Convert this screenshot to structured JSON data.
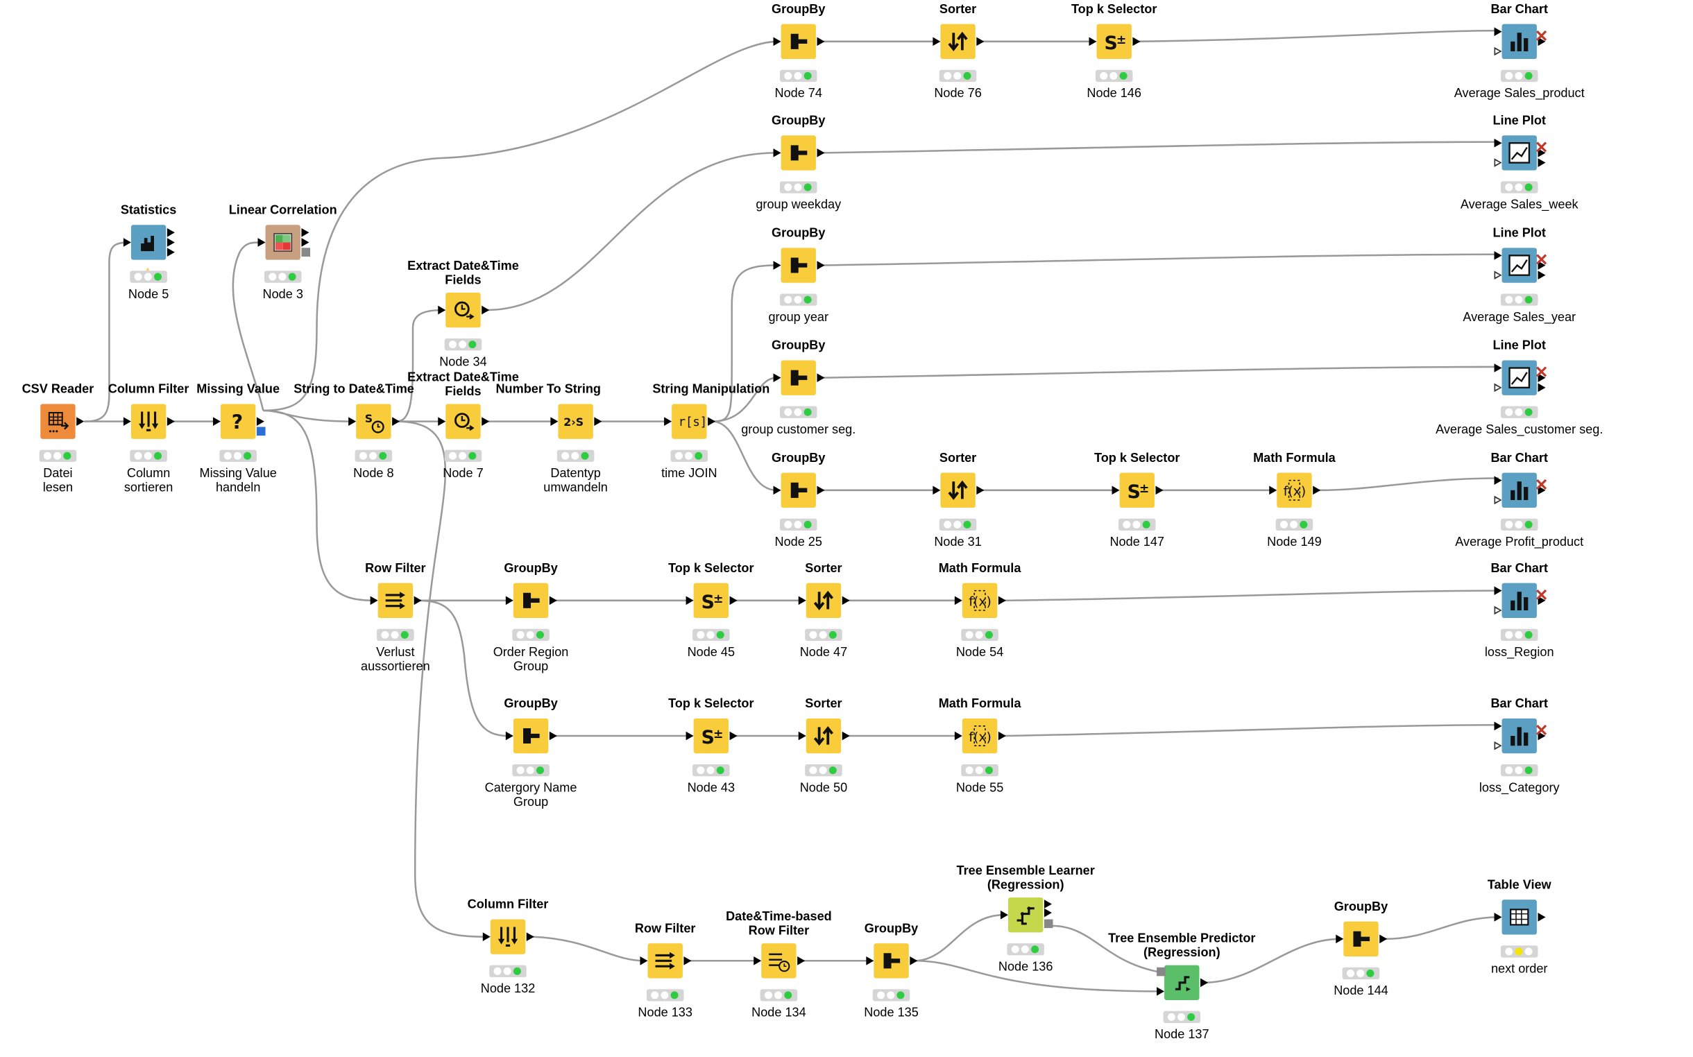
{
  "workflow": {
    "nodes": [
      {
        "title": "CSV Reader",
        "label": "Datei\nlesen",
        "icon": "csv-reader-icon",
        "color": "#ee8b3a"
      },
      {
        "title": "Statistics",
        "label": "Node 5",
        "icon": "statistics-icon",
        "color": "#5b9fc2",
        "warning": true
      },
      {
        "title": "Linear Correlation",
        "label": "Node 3",
        "icon": "correlation-icon",
        "color": "#c8a07f"
      },
      {
        "title": "Column Filter",
        "label": "Column\nsortieren",
        "icon": "column-filter-icon",
        "color": "#f8cc3a"
      },
      {
        "title": "Missing Value",
        "label": "Missing Value\nhandeln",
        "icon": "missing-value-icon",
        "color": "#f8cc3a"
      },
      {
        "title": "String to Date&Time",
        "label": "Node 8",
        "icon": "string-to-datetime-icon",
        "color": "#f8cc3a"
      },
      {
        "title": "Extract Date&Time\nFields",
        "label": "Node 34",
        "icon": "extract-datetime-icon",
        "color": "#f8cc3a"
      },
      {
        "title": "Extract Date&Time\nFields",
        "label": "Node 7",
        "icon": "extract-datetime-icon",
        "color": "#f8cc3a"
      },
      {
        "title": "Number To String",
        "label": "Datentyp\numwandeln",
        "icon": "number-to-string-icon",
        "color": "#f8cc3a"
      },
      {
        "title": "String Manipulation",
        "label": "time JOIN",
        "icon": "string-manipulation-icon",
        "color": "#f8cc3a"
      },
      {
        "title": "GroupBy",
        "label": "Node 74",
        "icon": "groupby-icon",
        "color": "#f8cc3a"
      },
      {
        "title": "Sorter",
        "label": "Node 76",
        "icon": "sorter-icon",
        "color": "#f8cc3a"
      },
      {
        "title": "Top k Selector",
        "label": "Node 146",
        "icon": "top-k-selector-icon",
        "color": "#f8cc3a"
      },
      {
        "title": "Bar Chart",
        "label": "Average Sales_product",
        "icon": "bar-chart-icon",
        "color": "#5b9fc2"
      },
      {
        "title": "GroupBy",
        "label": "group weekday",
        "icon": "groupby-icon",
        "color": "#f8cc3a"
      },
      {
        "title": "Line Plot",
        "label": "Average Sales_week",
        "icon": "line-plot-icon",
        "color": "#5b9fc2"
      },
      {
        "title": "GroupBy",
        "label": "group year",
        "icon": "groupby-icon",
        "color": "#f8cc3a"
      },
      {
        "title": "Line Plot",
        "label": "Average Sales_year",
        "icon": "line-plot-icon",
        "color": "#5b9fc2"
      },
      {
        "title": "GroupBy",
        "label": "group customer seg.",
        "icon": "groupby-icon",
        "color": "#f8cc3a"
      },
      {
        "title": "Line Plot",
        "label": "Average Sales_customer seg.",
        "icon": "line-plot-icon",
        "color": "#5b9fc2"
      },
      {
        "title": "GroupBy",
        "label": "Node 25",
        "icon": "groupby-icon",
        "color": "#f8cc3a"
      },
      {
        "title": "Sorter",
        "label": "Node 31",
        "icon": "sorter-icon",
        "color": "#f8cc3a"
      },
      {
        "title": "Top k Selector",
        "label": "Node 147",
        "icon": "top-k-selector-icon",
        "color": "#f8cc3a"
      },
      {
        "title": "Math Formula",
        "label": "Node 149",
        "icon": "math-formula-icon",
        "color": "#f8cc3a"
      },
      {
        "title": "Bar Chart",
        "label": "Average Profit_product",
        "icon": "bar-chart-icon",
        "color": "#5b9fc2"
      },
      {
        "title": "Row Filter",
        "label": "Verlust\naussortieren",
        "icon": "row-filter-icon",
        "color": "#f8cc3a"
      },
      {
        "title": "GroupBy",
        "label": "Order Region\nGroup",
        "icon": "groupby-icon",
        "color": "#f8cc3a"
      },
      {
        "title": "Top k Selector",
        "label": "Node 45",
        "icon": "top-k-selector-icon",
        "color": "#f8cc3a"
      },
      {
        "title": "Sorter",
        "label": "Node 47",
        "icon": "sorter-icon",
        "color": "#f8cc3a"
      },
      {
        "title": "Math Formula",
        "label": "Node 54",
        "icon": "math-formula-icon",
        "color": "#f8cc3a"
      },
      {
        "title": "Bar Chart",
        "label": "loss_Region",
        "icon": "bar-chart-icon",
        "color": "#5b9fc2"
      },
      {
        "title": "GroupBy",
        "label": "Catergory Name\nGroup",
        "icon": "groupby-icon",
        "color": "#f8cc3a"
      },
      {
        "title": "Top k Selector",
        "label": "Node 43",
        "icon": "top-k-selector-icon",
        "color": "#f8cc3a"
      },
      {
        "title": "Sorter",
        "label": "Node 50",
        "icon": "sorter-icon",
        "color": "#f8cc3a"
      },
      {
        "title": "Math Formula",
        "label": "Node 55",
        "icon": "math-formula-icon",
        "color": "#f8cc3a"
      },
      {
        "title": "Bar Chart",
        "label": "loss_Category",
        "icon": "bar-chart-icon",
        "color": "#5b9fc2"
      },
      {
        "title": "Column Filter",
        "label": "Node 132",
        "icon": "column-filter-icon",
        "color": "#f8cc3a"
      },
      {
        "title": "Row Filter",
        "label": "Node 133",
        "icon": "row-filter-icon",
        "color": "#f8cc3a"
      },
      {
        "title": "Date&Time-based\nRow Filter",
        "label": "Node 134",
        "icon": "datetime-row-filter-icon",
        "color": "#f8cc3a"
      },
      {
        "title": "GroupBy",
        "label": "Node 135",
        "icon": "groupby-icon",
        "color": "#f8cc3a"
      },
      {
        "title": "Tree Ensemble Learner\n(Regression)",
        "label": "Node 136",
        "icon": "tree-ensemble-learner-icon",
        "color": "#c5d84b"
      },
      {
        "title": "Tree Ensemble Predictor\n(Regression)",
        "label": "Node 137",
        "icon": "tree-ensemble-predictor-icon",
        "color": "#5bbf6a"
      },
      {
        "title": "GroupBy",
        "label": "Node 144",
        "icon": "groupby-icon",
        "color": "#f8cc3a"
      },
      {
        "title": "Table View",
        "label": "next order",
        "icon": "table-view-icon",
        "color": "#5b9fc2"
      }
    ]
  }
}
